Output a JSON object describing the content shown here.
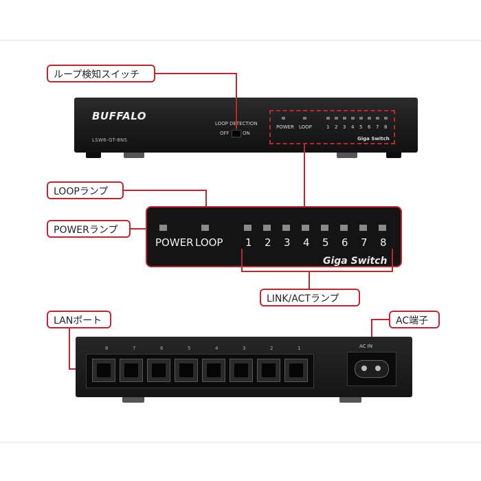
{
  "callouts": {
    "loop_switch": "ループ検知スイッチ",
    "loop_lamp": "LOOPランプ",
    "power_lamp": "POWERランプ",
    "link_act_lamp": "LINK/ACTランプ",
    "lan_port": "LANポート",
    "ac_terminal": "AC端子"
  },
  "front_panel": {
    "brand": "BUFFALO",
    "model": "LSW6-GT-8NS",
    "loop_detection": "LOOP DETECTION",
    "off": "OFF",
    "on": "ON",
    "power": "POWER",
    "loop": "LOOP",
    "ports": [
      "1",
      "2",
      "3",
      "4",
      "5",
      "6",
      "7",
      "8"
    ],
    "giga": "Giga Switch"
  },
  "zoom_panel": {
    "power": "POWER",
    "loop": "LOOP",
    "ports": [
      "1",
      "2",
      "3",
      "4",
      "5",
      "6",
      "7",
      "8"
    ],
    "giga": "Giga Switch"
  },
  "back_panel": {
    "port_numbers": [
      "8",
      "7",
      "6",
      "5",
      "4",
      "3",
      "2",
      "1"
    ],
    "ac_in": "AC IN"
  },
  "colors": {
    "callout_border": "#c0272d",
    "device_body": "#1a1a1a"
  }
}
